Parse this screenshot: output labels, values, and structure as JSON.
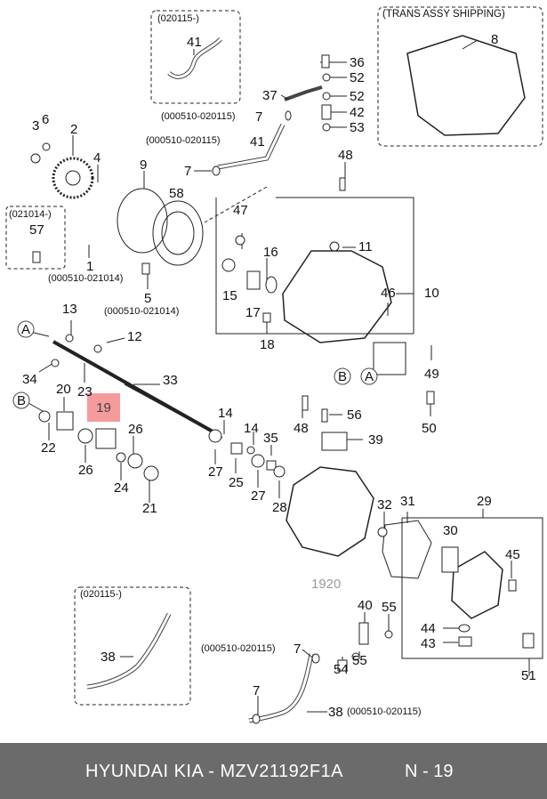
{
  "groups": {
    "g020115_top": "(020115-)",
    "trans_assy": "(TRANS ASSY SHIPPING)",
    "g021014": "(021014-)",
    "g020115_bottom": "(020115-)"
  },
  "ranges": {
    "r7_top": "(000510-020115)",
    "r41": "(000510-020115)",
    "r1": "(000510-021014)",
    "r5": "(000510-021014)",
    "r7_bottom": "(000510-020115)",
    "r38": "(000510-020115)"
  },
  "callouts": {
    "c41a": "41",
    "c8": "8",
    "c36": "36",
    "c52a": "52",
    "c37": "37",
    "c52b": "52",
    "c7a": "7",
    "c42": "42",
    "c53": "53",
    "c41b": "41",
    "c3": "3",
    "c6": "6",
    "c2": "2",
    "c4": "4",
    "c9": "9",
    "c7b": "7",
    "c48a": "48",
    "c58": "58",
    "c57": "57",
    "c47": "47",
    "c11": "11",
    "c16": "16",
    "c1": "1",
    "c5": "5",
    "c15": "15",
    "c17": "17",
    "c46": "46",
    "c10": "10",
    "c13": "13",
    "cA1": "A",
    "c12": "12",
    "c18": "18",
    "c49": "49",
    "c34": "34",
    "c23": "23",
    "c33": "33",
    "cB1": "B",
    "cA2": "A",
    "cB2": "B",
    "c20": "20",
    "c19": "19",
    "c48b": "48",
    "c56": "56",
    "c50": "50",
    "c22": "22",
    "c26a": "26",
    "c14a": "14",
    "c14b": "14",
    "c35": "35",
    "c39": "39",
    "c26b": "26",
    "c27a": "27",
    "c25": "25",
    "c27b": "27",
    "c28": "28",
    "c24": "24",
    "c21": "21",
    "c32": "32",
    "c31": "31",
    "c29": "29",
    "c30": "30",
    "c45": "45",
    "c1920": "1920",
    "c40": "40",
    "c55a": "55",
    "c44": "44",
    "c43": "43",
    "c38": "38",
    "c7c": "7",
    "c54": "54",
    "c55b": "55",
    "c7d": "7",
    "c38b": "38",
    "c51": "51"
  },
  "highlight": {
    "label": "19",
    "color": "#f38a8a"
  },
  "footer": {
    "left": "HYUNDAI  KIA - MZV21192F1A",
    "right": "N - 19"
  },
  "colors": {
    "footer_bg": "#6b6b6b",
    "ink": "#111111"
  }
}
